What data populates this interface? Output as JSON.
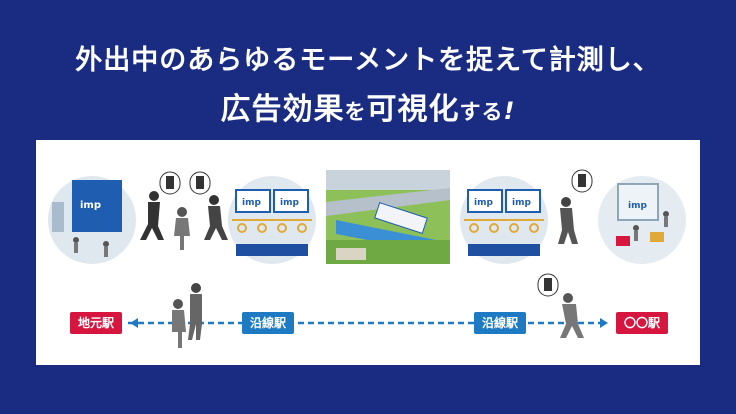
{
  "headline": {
    "line1": "外出中のあらゆるモーメントを捉えて計測し、",
    "line2_main": "広告効果",
    "line2_particle": "を",
    "line2_main2": "可視化",
    "line2_suffix": "する",
    "line2_excl": "!"
  },
  "imp_label": "imp",
  "stations": {
    "left": "地元駅",
    "route1": "沿線駅",
    "route2": "沿線駅",
    "right": "〇〇駅"
  },
  "colors": {
    "background": "#1a2b82",
    "station_red": "#d6163e",
    "station_blue": "#1e7ac2",
    "route_line": "#1e7ac2"
  }
}
